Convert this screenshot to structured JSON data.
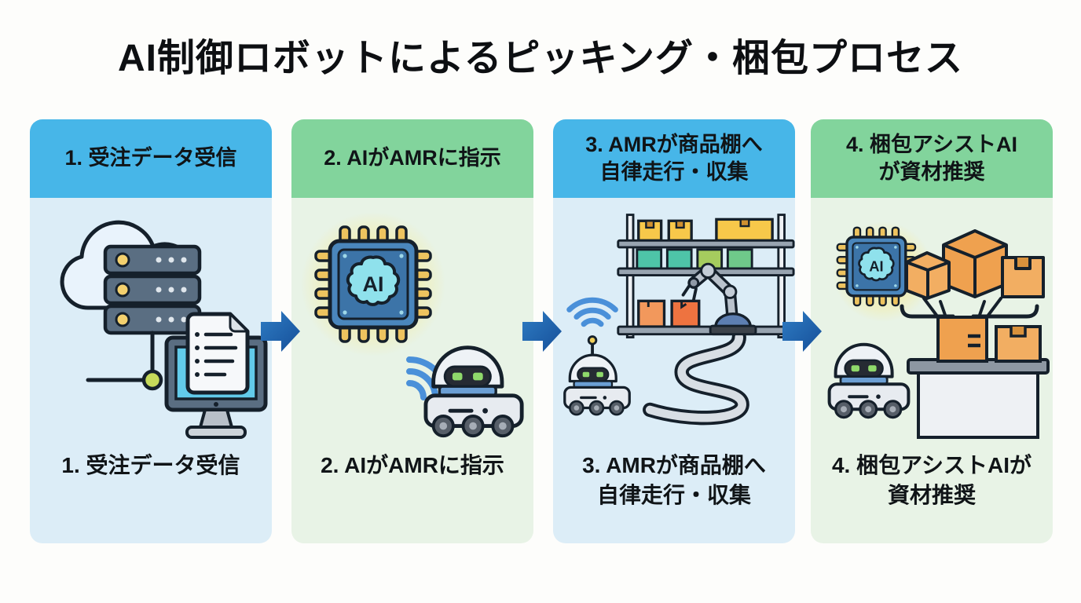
{
  "title": "AI制御ロボットによるピッキング・梱包プロセス",
  "steps": [
    {
      "number": "1",
      "header": "1. 受注データ受信",
      "caption": "1. 受注データ受信",
      "theme": "blue",
      "icons": [
        "cloud-icon",
        "server-stack-icon",
        "network-node-icon",
        "order-document-icon",
        "monitor-icon"
      ]
    },
    {
      "number": "2",
      "header": "2. AIがAMRに指示",
      "caption": "2. AIがAMRに指示",
      "theme": "green",
      "icons": [
        "ai-chip-icon",
        "wifi-signal-icon",
        "amr-robot-icon"
      ]
    },
    {
      "number": "3",
      "header": "3. AMRが商品棚へ\n自律走行・収集",
      "caption": "3. AMRが商品棚へ\n自律走行・収集",
      "theme": "blue",
      "icons": [
        "warehouse-shelf-icon",
        "storage-boxes-icon",
        "robotic-arm-icon",
        "travel-path-icon",
        "wifi-signal-icon",
        "amr-robot-icon"
      ]
    },
    {
      "number": "4",
      "header": "4. 梱包アシストAI\nが資材推奨",
      "caption": "4. 梱包アシストAIが\n資材推奨",
      "theme": "green",
      "icons": [
        "ai-chip-icon",
        "cardboard-boxes-icon",
        "recommendation-bubble-icon",
        "open-box-icon",
        "packing-table-icon",
        "amr-robot-icon"
      ]
    }
  ],
  "arrows": {
    "count": 3,
    "icon": "flow-arrow-icon"
  },
  "colors": {
    "header_blue": "#47b6e8",
    "header_green": "#82d49c",
    "body_blue": "#dcedf7",
    "body_green": "#e8f3e6",
    "arrow": "#1a5ca8",
    "outline": "#15202b",
    "text": "#101417",
    "background": "#fdfdfb"
  }
}
